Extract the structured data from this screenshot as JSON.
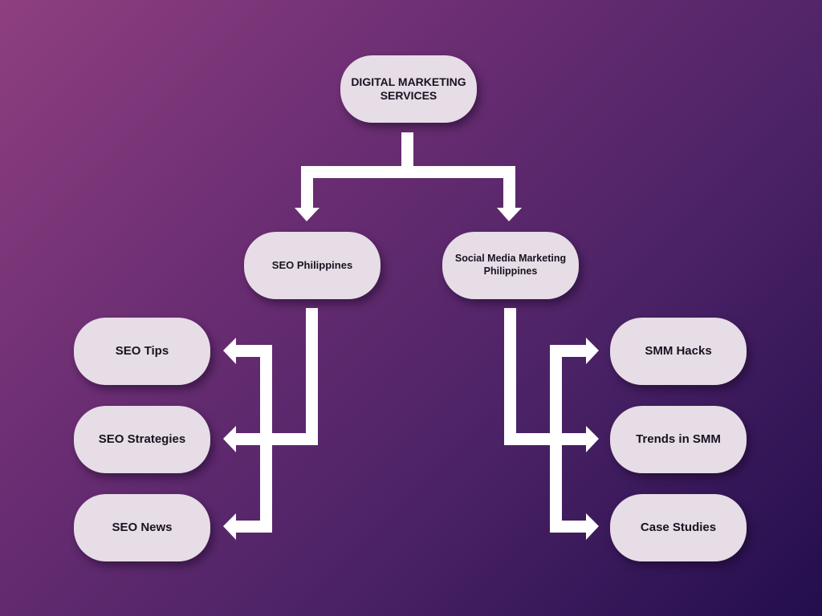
{
  "diagram": {
    "root": {
      "label": "DIGITAL MARKETING SERVICES"
    },
    "branches": [
      {
        "label": "SEO Philippines",
        "children": [
          "SEO Tips",
          "SEO Strategies",
          "SEO News"
        ]
      },
      {
        "label": "Social Media Marketing Philippines",
        "children": [
          "SMM Hacks",
          "Trends in SMM",
          "Case Studies"
        ]
      }
    ]
  },
  "colors": {
    "node_fill": "#e6dde6",
    "connector": "#ffffff",
    "text": "#1a1222"
  }
}
